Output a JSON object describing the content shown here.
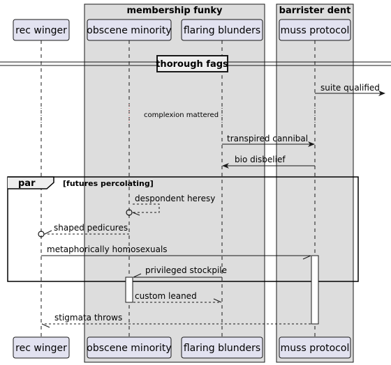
{
  "groups": [
    {
      "title": "membership funky"
    },
    {
      "title": "barrister dent"
    }
  ],
  "participants": [
    "rec winger",
    "obscene minority",
    "flaring blunders",
    "muss protocol"
  ],
  "divider": "thorough fags",
  "messages": [
    {
      "from": "muss protocol",
      "to": "out",
      "label": "suite qualified",
      "style": "solid"
    },
    {
      "label": "complexion mattered",
      "style": "note"
    },
    {
      "from": "flaring blunders",
      "to": "muss protocol",
      "label": "transpired cannibal",
      "style": "solid"
    },
    {
      "from": "muss protocol",
      "to": "flaring blunders",
      "label": "bio disbelief",
      "style": "solid"
    },
    {
      "from": "obscene minority",
      "to": "obscene minority",
      "label": "despondent heresy",
      "style": "dashed-lost"
    },
    {
      "from": "obscene minority",
      "to": "rec winger",
      "label": "shaped pedicures",
      "style": "dashed-lost"
    },
    {
      "from": "rec winger",
      "to": "muss protocol",
      "label": "metaphorically homosexuals",
      "style": "solid-open"
    },
    {
      "from": "flaring blunders",
      "to": "obscene minority",
      "label": "privileged stockpile",
      "style": "solid-open"
    },
    {
      "from": "obscene minority",
      "to": "flaring blunders",
      "label": "custom leaned",
      "style": "dashed-open"
    },
    {
      "from": "muss protocol",
      "to": "rec winger",
      "label": "stigmata throws",
      "style": "dashed-open"
    }
  ],
  "frame": {
    "keyword": "par",
    "condition": "[futures percolating]"
  }
}
